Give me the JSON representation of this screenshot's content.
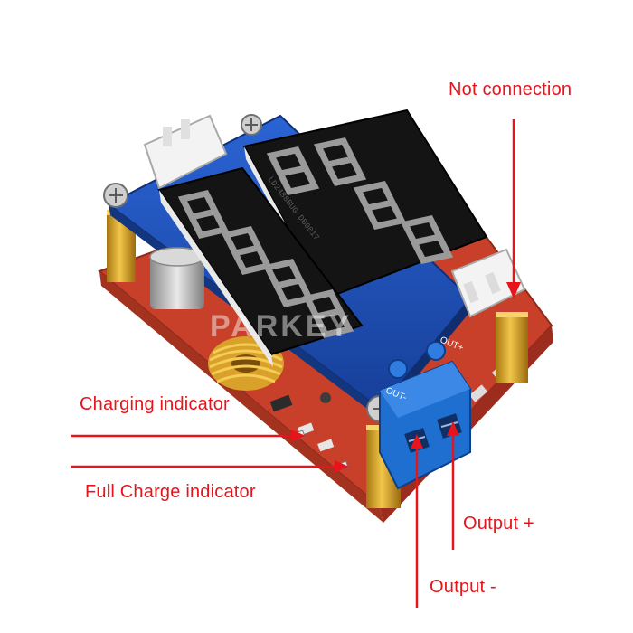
{
  "annotations": {
    "not_connection": "Not connection",
    "charging_indicator": "Charging indicator",
    "full_charge_indicator": "Full Charge indicator",
    "output_plus": "Output +",
    "output_minus": "Output -"
  },
  "board": {
    "silkscreen_out_minus": "OUT-",
    "silkscreen_out_plus": "OUT+",
    "display_part_number": "LD2488BUG DB0017",
    "watermark": "PARKEY"
  },
  "colors": {
    "annotation_red": "#e8141b",
    "pcb_blue": "#1d4fb8",
    "pcb_red": "#c9402a",
    "display_black": "#111111",
    "terminal_blue": "#1f6fd1",
    "header_pins_gold": "#d6a21a",
    "inductor_copper": "#d9a12a"
  }
}
